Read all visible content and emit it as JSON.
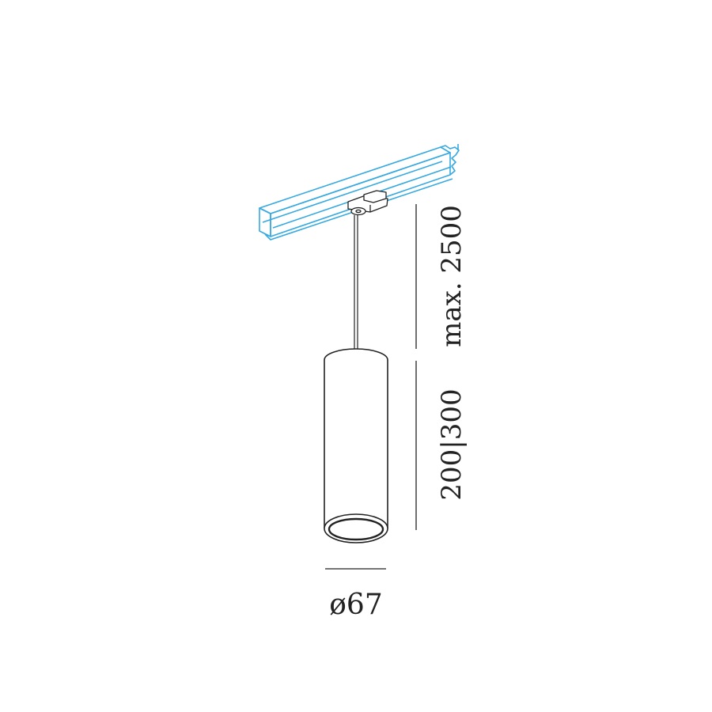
{
  "colors": {
    "line": "#222222",
    "track": "#36a9e1",
    "background": "#ffffff"
  },
  "dimensions": {
    "cable_length": "max. 2500",
    "body_length": "200|300",
    "diameter": "ø67"
  }
}
